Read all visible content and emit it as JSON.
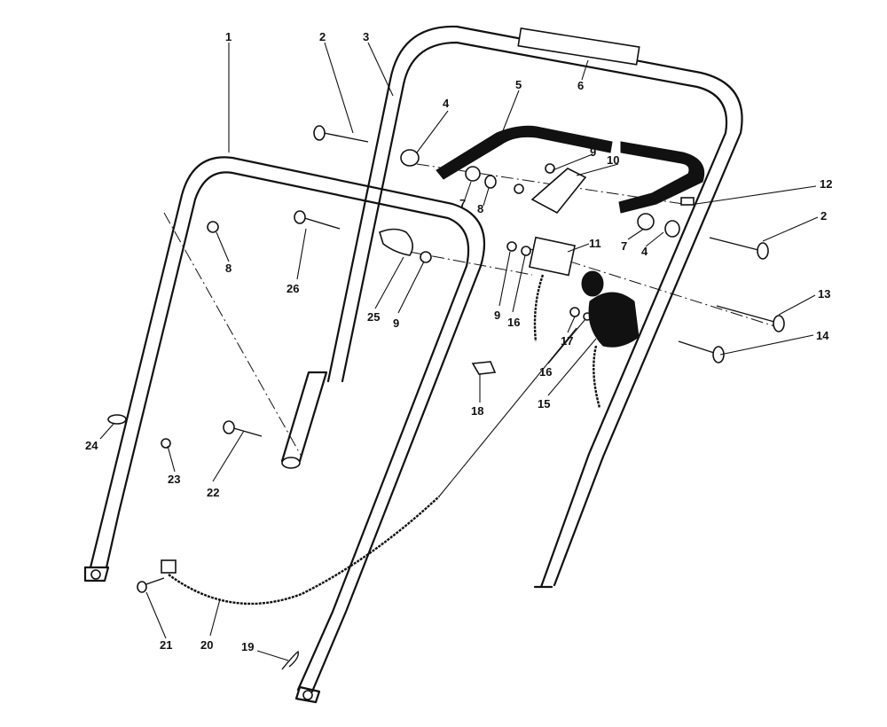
{
  "callouts": [
    {
      "id": "c1",
      "text": "1"
    },
    {
      "id": "c2a",
      "text": "2"
    },
    {
      "id": "c2b",
      "text": "2"
    },
    {
      "id": "c3",
      "text": "3"
    },
    {
      "id": "c4a",
      "text": "4"
    },
    {
      "id": "c4b",
      "text": "4"
    },
    {
      "id": "c5",
      "text": "5"
    },
    {
      "id": "c6",
      "text": "6"
    },
    {
      "id": "c7a",
      "text": "7"
    },
    {
      "id": "c7b",
      "text": "7"
    },
    {
      "id": "c8a",
      "text": "8"
    },
    {
      "id": "c8b",
      "text": "8"
    },
    {
      "id": "c9a",
      "text": "9"
    },
    {
      "id": "c9b",
      "text": "9"
    },
    {
      "id": "c9c",
      "text": "9"
    },
    {
      "id": "c10",
      "text": "10"
    },
    {
      "id": "c11",
      "text": "11"
    },
    {
      "id": "c12",
      "text": "12"
    },
    {
      "id": "c13",
      "text": "13"
    },
    {
      "id": "c14",
      "text": "14"
    },
    {
      "id": "c15",
      "text": "15"
    },
    {
      "id": "c16a",
      "text": "16"
    },
    {
      "id": "c16b",
      "text": "16"
    },
    {
      "id": "c17",
      "text": "17"
    },
    {
      "id": "c18",
      "text": "18"
    },
    {
      "id": "c19",
      "text": "19"
    },
    {
      "id": "c20",
      "text": "20"
    },
    {
      "id": "c21",
      "text": "21"
    },
    {
      "id": "c22",
      "text": "22"
    },
    {
      "id": "c23",
      "text": "23"
    },
    {
      "id": "c24",
      "text": "24"
    },
    {
      "id": "c25",
      "text": "25"
    },
    {
      "id": "c26",
      "text": "26"
    }
  ]
}
